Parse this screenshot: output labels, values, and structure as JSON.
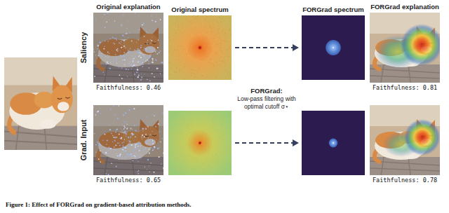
{
  "diagram": {
    "caption": "Figure 1: Effect of FORGrad on gradient-based attribution methods.",
    "nodes": [
      {
        "text": [
          "Original explanation",
          "Faithfulness: 0.46"
        ]
      },
      {
        "text": [
          "Original spectrum"
        ]
      },
      {
        "text": [
          "FORGrad spectrum"
        ]
      },
      {
        "text": [
          "FORGrad explanation",
          "Faithfulness: 0.81"
        ]
      },
      {
        "text": [
          "Faithfulness: 0.65"
        ]
      },
      {
        "text": []
      },
      {
        "text": []
      },
      {
        "text": [
          "Faithfulness: 0.78"
        ]
      }
    ],
    "edges": [
      {
        "from": 1,
        "to": 2,
        "arrow": "to"
      },
      {
        "from": 5,
        "to": 6,
        "arrow": "to"
      }
    ],
    "labels": [
      "Saliency",
      "Grad. Input",
      "FORGrad:",
      "Low-pass filtering with optimal cutoff σ⋆"
    ]
  }
}
